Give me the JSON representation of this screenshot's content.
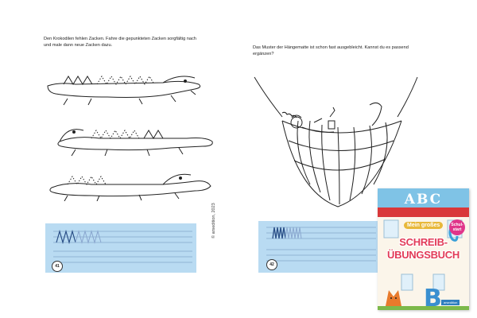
{
  "left_page": {
    "instruction_line1": "Den Krokodilen fehlen Zacken. Fahre die gepunkteten Zacken sorgfältig nach",
    "instruction_line2": "und male dann neue Zacken dazu.",
    "page_number": "41"
  },
  "right_page": {
    "instruction_line1": "Das Muster der Hängematte ist schon fast ausgebleicht. Kannst du es passend",
    "instruction_line2": "ergänzen?",
    "page_number": "42"
  },
  "copyright": "© arsedition, 2023",
  "cover": {
    "top_letters": "ABC",
    "mein_label": "Mein großes",
    "badge_line1": "Schul-",
    "badge_line2": "start",
    "title_line1": "SCHREIB-",
    "title_line2": "ÜBUNGSBUCH",
    "publisher": "arsedition"
  },
  "colors": {
    "practice_box": "#b9dbf2",
    "pattern_dark": "#2a4f87",
    "pattern_light": "#8aa7cf",
    "cover_title": "#e23b58",
    "cover_sky": "#7fc3e6",
    "cover_roof": "#d9383a"
  }
}
